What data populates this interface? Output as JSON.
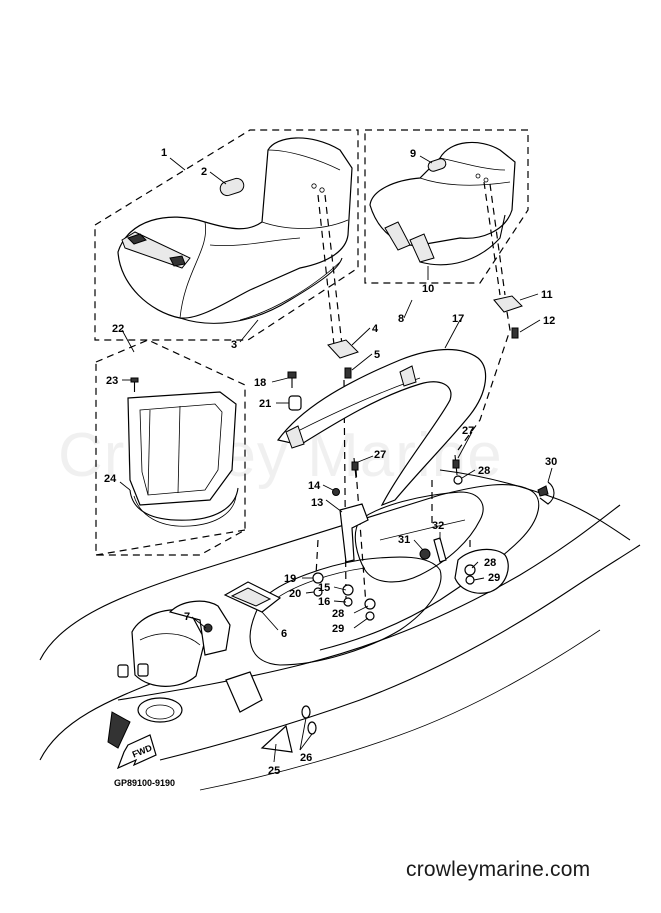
{
  "diagram": {
    "drawing_code": "GP89100-9190",
    "watermark": "Crowley Marine",
    "footer": "crowleymarine.com",
    "fwd_label": "FWD",
    "callouts": [
      {
        "id": "c1",
        "label": "1"
      },
      {
        "id": "c2",
        "label": "2"
      },
      {
        "id": "c3",
        "label": "3"
      },
      {
        "id": "c4",
        "label": "4"
      },
      {
        "id": "c5",
        "label": "5"
      },
      {
        "id": "c6",
        "label": "6"
      },
      {
        "id": "c7",
        "label": "7"
      },
      {
        "id": "c8",
        "label": "8"
      },
      {
        "id": "c9",
        "label": "9"
      },
      {
        "id": "c10",
        "label": "10"
      },
      {
        "id": "c11",
        "label": "11"
      },
      {
        "id": "c12",
        "label": "12"
      },
      {
        "id": "c13",
        "label": "13"
      },
      {
        "id": "c14",
        "label": "14"
      },
      {
        "id": "c15",
        "label": "15"
      },
      {
        "id": "c16",
        "label": "16"
      },
      {
        "id": "c17",
        "label": "17"
      },
      {
        "id": "c18",
        "label": "18"
      },
      {
        "id": "c19",
        "label": "19"
      },
      {
        "id": "c20",
        "label": "20"
      },
      {
        "id": "c21",
        "label": "21"
      },
      {
        "id": "c22",
        "label": "22"
      },
      {
        "id": "c23",
        "label": "23"
      },
      {
        "id": "c24",
        "label": "24"
      },
      {
        "id": "c25",
        "label": "25"
      },
      {
        "id": "c26",
        "label": "26"
      },
      {
        "id": "c27a",
        "label": "27"
      },
      {
        "id": "c27b",
        "label": "27"
      },
      {
        "id": "c28a",
        "label": "28"
      },
      {
        "id": "c28b",
        "label": "28"
      },
      {
        "id": "c28c",
        "label": "28"
      },
      {
        "id": "c29a",
        "label": "29"
      },
      {
        "id": "c29b",
        "label": "29"
      },
      {
        "id": "c30",
        "label": "30"
      },
      {
        "id": "c31",
        "label": "31"
      },
      {
        "id": "c32",
        "label": "32"
      }
    ]
  }
}
